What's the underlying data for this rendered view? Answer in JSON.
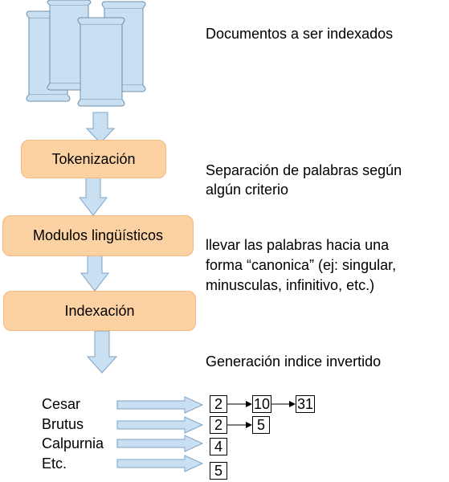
{
  "descriptions": {
    "documents": "Documentos a ser indexados",
    "tokenization_line1": "Separación de palabras según",
    "tokenization_line2": "algún criterio",
    "linguistic_line1": "llevar las palabras hacia una",
    "linguistic_line2": "forma “canonica” (ej: singular,",
    "linguistic_line3": "minusculas, infinitivo, etc.)",
    "inverted_index": "Generación indice invertido"
  },
  "steps": {
    "tokenization": "Tokenización",
    "linguistic_modules": "Modulos lingüísticos",
    "indexing": "Indexación"
  },
  "index": [
    {
      "term": "Cesar",
      "postings": [
        "2",
        "10",
        "31"
      ]
    },
    {
      "term": "Brutus",
      "postings": [
        "2",
        "5"
      ]
    },
    {
      "term": "Calpurnia",
      "postings": [
        "4"
      ]
    },
    {
      "term": "Etc.",
      "postings": [
        "5"
      ]
    }
  ],
  "colors": {
    "step_fill": "#fdd2a3",
    "step_border": "#f5b77b",
    "arrow_fill": "#c9e0f2",
    "arrow_stroke": "#7ea3c4",
    "doc_fill": "#c9e0f2",
    "doc_stroke": "#6f8fa8"
  }
}
